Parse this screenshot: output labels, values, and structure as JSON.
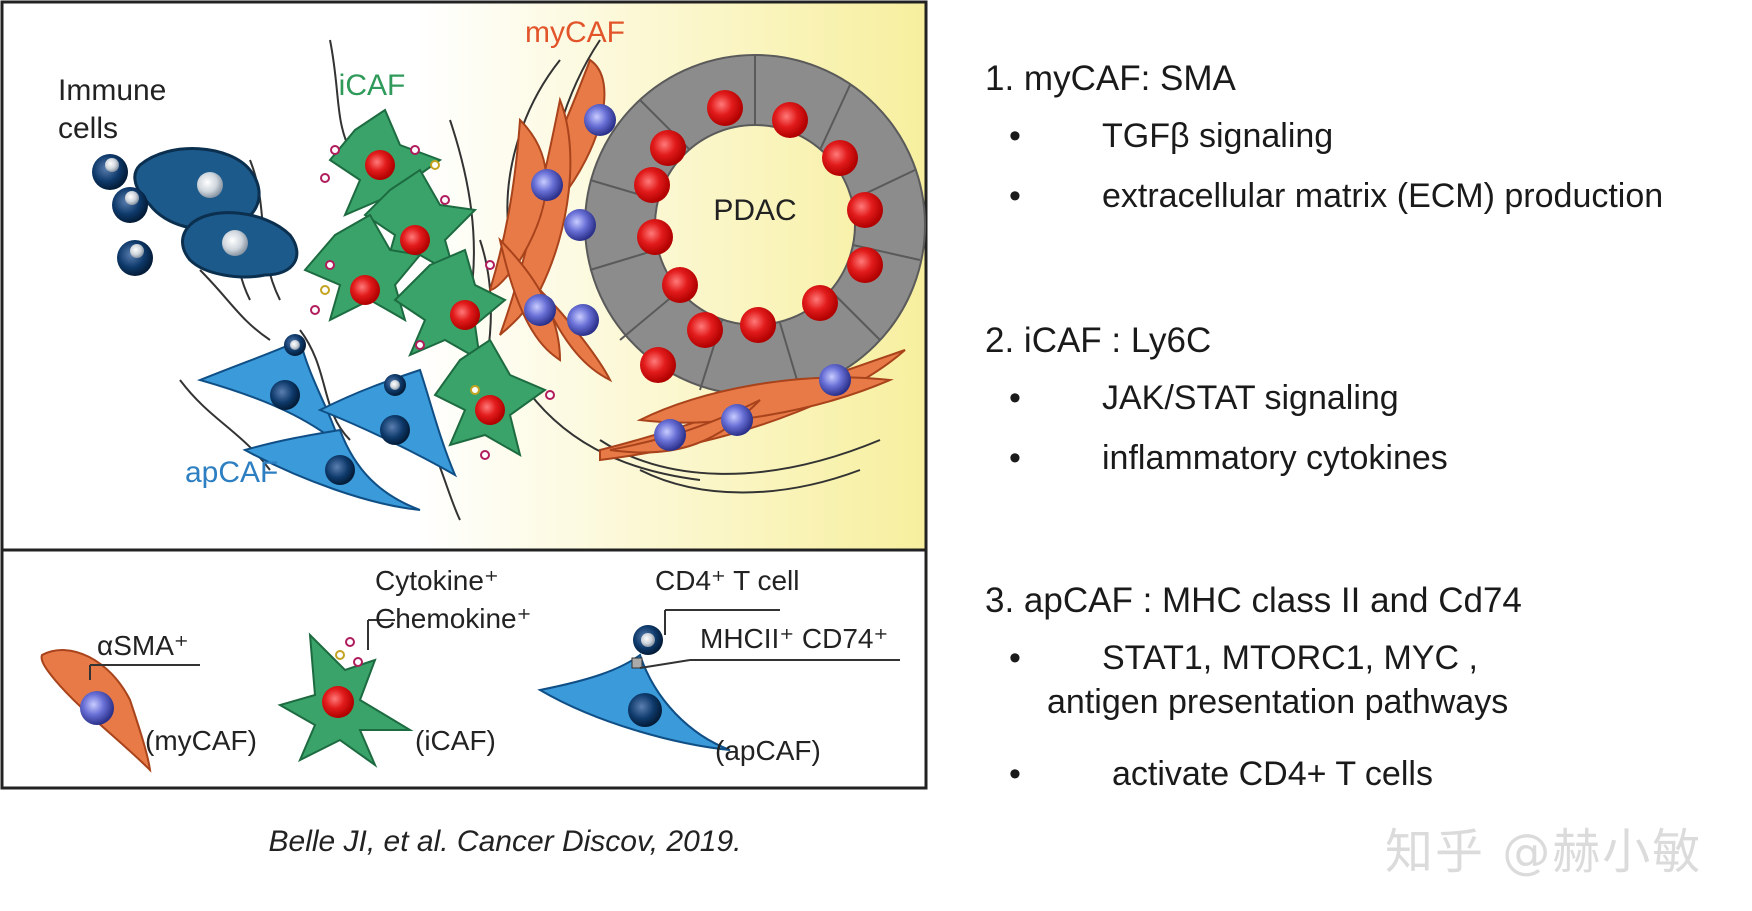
{
  "diagram": {
    "labels": {
      "immune_line1": "Immune",
      "immune_line2": "cells",
      "icaf": "iCAF",
      "mycaf": "myCAF",
      "apcaf": "apCAF",
      "pdac": "PDAC"
    },
    "legend": {
      "asma": "αSMA⁺",
      "mycaf": "(myCAF)",
      "cytokine": "Cytokine⁺",
      "chemokine": "Chemokine⁺",
      "icaf": "(iCAF)",
      "cd4": "CD4⁺ T cell",
      "mhc": "MHCII⁺ CD74⁺",
      "apcaf": "(apCAF)"
    },
    "colors": {
      "mycaf_fill": "#e87a48",
      "icaf_fill": "#3aa36a",
      "apcaf_fill": "#3b9ad9",
      "immune_fill": "#1d5a8c",
      "tumor_fill": "#8c8c8c",
      "nucleus_red": "#e21b1b",
      "nucleus_blue": "#5b62c7",
      "bg_yellow": "#f8f1a6"
    }
  },
  "citation": "Belle JI, et al. Cancer Discov, 2019.",
  "notes": {
    "s1": {
      "title": "1. myCAF: SMA",
      "b1": "TGFβ signaling",
      "b2": "extracellular matrix (ECM) production"
    },
    "s2": {
      "title": "2. iCAF : Ly6C",
      "b1": "JAK/STAT signaling",
      "b2": "inflammatory cytokines"
    },
    "s3": {
      "title": "3. apCAF : MHC class II and Cd74",
      "b1_line1": "STAT1, MTORC1, MYC ,",
      "b1_line2": "antigen presentation pathways",
      "b2": "activate CD4+ T cells"
    },
    "bullet_symbol": "•"
  },
  "watermark": "知乎 @赫小敏"
}
